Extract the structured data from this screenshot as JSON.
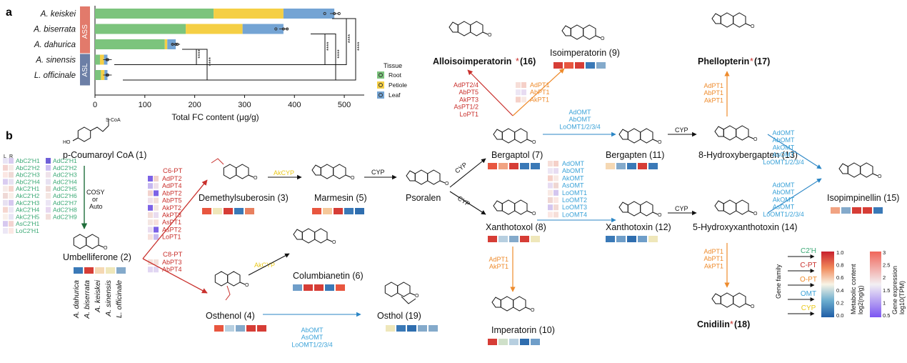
{
  "panel_a": {
    "label": "a",
    "species": [
      "A. keiskei",
      "A. biserrata",
      "A. dahurica",
      "A. sinensis",
      "L. officinale"
    ],
    "groups": [
      {
        "name": "ASS",
        "color": "#e27a6b"
      },
      {
        "name": "ASL",
        "color": "#6c7fa6"
      }
    ],
    "xlabel": "Total FC content (μg/g)",
    "xticks": [
      "0",
      "100",
      "200",
      "300",
      "400",
      "500"
    ],
    "legend_title": "Tissue",
    "legend": [
      {
        "name": "Root",
        "color": "#7cc47d"
      },
      {
        "name": "Petiole",
        "color": "#f5cf45"
      },
      {
        "name": "Leaf",
        "color": "#74a4d4"
      }
    ],
    "significance": [
      "****",
      "****",
      "****",
      "****",
      "****",
      "****"
    ]
  },
  "chart_data": {
    "type": "bar",
    "stacked": true,
    "orientation": "horizontal",
    "categories": [
      "A. keiskei",
      "A. biserrata",
      "A. dahurica",
      "A. sinensis",
      "L. officinale"
    ],
    "series": [
      {
        "name": "Root",
        "color": "#7cc47d",
        "values": [
          238,
          182,
          140,
          10,
          12
        ]
      },
      {
        "name": "Petiole",
        "color": "#f5cf45",
        "values": [
          140,
          114,
          5,
          8,
          7
        ]
      },
      {
        "name": "Leaf",
        "color": "#74a4d4",
        "values": [
          102,
          82,
          17,
          7,
          6
        ]
      }
    ],
    "xlabel": "Total FC content (μg/g)",
    "xlim": [
      0,
      540
    ]
  },
  "panel_b": {
    "label": "b",
    "compounds": {
      "coumaroyl": "p-Coumaroyl CoA (1)",
      "coumaroyl_sub": "S-CoA",
      "umbelliferone": "Umbelliferone (2)",
      "demethylsuberosin": "Demethylsuberosin (3)",
      "marmesin": "Marmesin (5)",
      "psoralen": "Psoralen",
      "columbianetin": "Columbianetin (6)",
      "osthenol": "Osthenol (4)",
      "osthol": "Osthol (19)",
      "bergaptol": "Bergaptol (7)",
      "xanthotoxol": "Xanthotoxol (8)",
      "bergapten": "Bergapten (11)",
      "xanthotoxin": "Xanthotoxin (12)",
      "imperatorin": "Imperatorin (10)",
      "alloisoimperatorin": "Alloisoimperatorin",
      "alloisoimperatorin_num": "(16)",
      "isoimperatorin": "Isoimperatorin (9)",
      "phellopterin": "Phellopterin",
      "phellopterin_num": "(17)",
      "hydroxybergapten": "8-Hydroxybergapten (13)",
      "hydroxyxanthotoxin": "5-Hydroxyxanthotoxin (14)",
      "isopimpinellin": "Isopimpinellin (15)",
      "cnidilin": "Cnidilin",
      "cnidilin_num": "(18)",
      "star": "*"
    },
    "heat_header": [
      "L",
      "R"
    ],
    "c2h_genes": [
      "AbC2'H1",
      "AbC2'H2",
      "AbC2'H3",
      "AbC2'H4",
      "AkC2'H1",
      "AkC2'H2",
      "AkC2'H3",
      "AkC2'H4",
      "AkC2'H5",
      "AsC2'H1",
      "LoC2'H1"
    ],
    "c2h_genes_right": [
      "AdC2'H1",
      "AdC2'H2",
      "AdC2'H3",
      "AdC2'H4",
      "AdC2'H5",
      "AdC2'H6",
      "AdC2'H7",
      "AdC2'H8",
      "AdC2'H9"
    ],
    "cosy_label": [
      "COSY",
      "or",
      "Auto"
    ],
    "c6pt_title": "C6-PT",
    "c6pt_genes": [
      "AdPT2",
      "AdPT4",
      "AbPT2",
      "AbPT5",
      "AkPT2",
      "AkPT3",
      "AsPT1",
      "AsPT2",
      "LoPT1"
    ],
    "c8pt_title": "C8-PT",
    "c8pt_genes": [
      "AbPT3",
      "AbPT4"
    ],
    "akcyp": "AkCYP",
    "cyp": "CYP",
    "omt_osthol": [
      "AbOMT",
      "AsOMT",
      "LoOMT1/2/3/4"
    ],
    "omt_bergapten": [
      "AdOMT",
      "AbOMT",
      "LoOMT1/2/3/4"
    ],
    "omt_xanthotoxin": [
      "AdOMT",
      "AbOMT",
      "AkOMT",
      "AsOMT",
      "LoOMT1",
      "LoOMT2",
      "LoOMT3",
      "LoOMT4"
    ],
    "omt_iso_top": [
      "AdOMT",
      "AbOMT",
      "AkOMT",
      "AsOMT",
      "LoOMT1/2/3/4"
    ],
    "omt_iso_bottom": [
      "AdOMT",
      "AbOMT",
      "AkOMT",
      "AsOMT",
      "LoOMT1/2/3/4"
    ],
    "pt_allo": [
      "AdPT2/4",
      "AbPT5",
      "AkPT3",
      "AsPT1/2",
      "LoPT1"
    ],
    "pt_iso": [
      "AdPT1",
      "AbPT1",
      "AkPT1"
    ],
    "pt_imper": [
      "AdPT1",
      "AkPT1"
    ],
    "pt_phell": [
      "AdPT1",
      "AbPT1",
      "AkPT1"
    ],
    "pt_cnid": [
      "AdPT1",
      "AbPT1",
      "AkPT1"
    ],
    "species_axis": [
      "A. dahurica",
      "A. biserrata",
      "A. keiskei",
      "A. sinensis",
      "L. officinale"
    ],
    "gene_family_title": "Gene family",
    "gene_family": [
      {
        "name": "C2'H",
        "color": "#3aa874"
      },
      {
        "name": "C-PT",
        "color": "#c9302c"
      },
      {
        "name": "O-PT",
        "color": "#ee8b2c"
      },
      {
        "name": "OMT",
        "color": "#3aa2d8"
      },
      {
        "name": "CYP",
        "color": "#e9c81a"
      }
    ],
    "metabolic_title": "Metabolic content",
    "metabolic_unit": "log2(ng/g)",
    "metabolic_ticks": [
      "1.0",
      "0.8",
      "0.6",
      "0.4",
      "0.2",
      "0.0"
    ],
    "expression_title": "Gene expression",
    "expression_unit": "log10(TPM)",
    "expression_ticks": [
      "3",
      "2.5",
      "2",
      "1.5",
      "1",
      "0.5"
    ]
  }
}
